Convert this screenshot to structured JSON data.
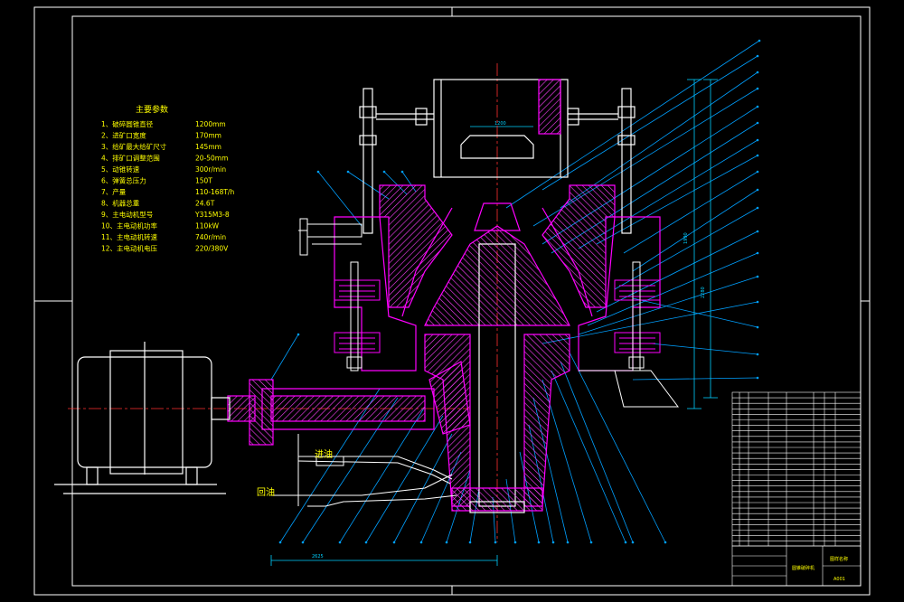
{
  "params": {
    "title": "主要参数",
    "rows": [
      {
        "label": "1、破碎圆锥直径",
        "value": "1200mm"
      },
      {
        "label": "2、进矿口宽度",
        "value": "170mm"
      },
      {
        "label": "3、给矿最大给矿尺寸",
        "value": "145mm"
      },
      {
        "label": "4、排矿口调整范围",
        "value": "20-50mm"
      },
      {
        "label": "5、动锥转速",
        "value": "300r/min"
      },
      {
        "label": "6、弹簧总压力",
        "value": "150T"
      },
      {
        "label": "7、产量",
        "value": "110-168T/h"
      },
      {
        "label": "8、机器总重",
        "value": "24.6T"
      },
      {
        "label": "9、主电动机型号",
        "value": "Y315M3-8"
      },
      {
        "label": "10、主电动机功率",
        "value": "110kW"
      },
      {
        "label": "11、主电动机转速",
        "value": "740r/min"
      },
      {
        "label": "12、主电动机电压",
        "value": "220/380V"
      }
    ]
  },
  "oil": {
    "inlet": "进油",
    "return": "回油"
  },
  "title_block": {
    "drawing_name": "圆锥破碎机",
    "label": "图样名称",
    "code": "A001"
  },
  "colors": {
    "frame": "#ffffff",
    "section": "#ff00ff",
    "hatch": "#ff3fff",
    "leader": "#00a0ff",
    "dim": "#00d0ff",
    "text": "#ffff00",
    "body": "#ffffff"
  }
}
